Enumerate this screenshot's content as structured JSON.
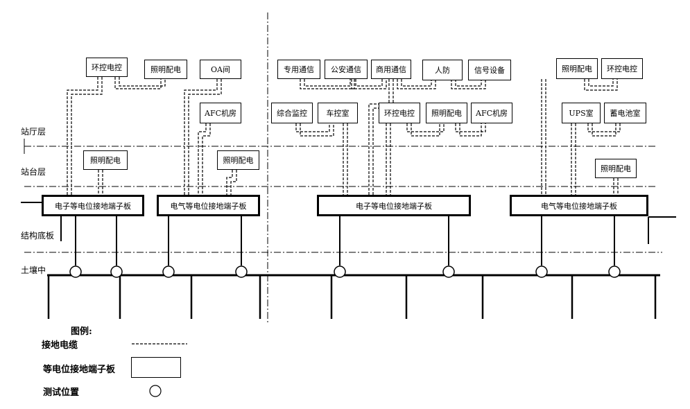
{
  "levels": {
    "station_hall": "站厅层",
    "platform": "站台层",
    "base_slab": "结构底板",
    "in_soil": "土壤中"
  },
  "rooms": {
    "env_ctrl_1": "环控电控",
    "lighting_1": "照明配电",
    "oa_room": "OA间",
    "afc_room_1": "AFC机房",
    "lighting_platform_1": "照明配电",
    "lighting_platform_2": "照明配电",
    "dedicated_comm": "专用通信",
    "public_security_comm": "公安通信",
    "commercial_comm": "商用通信",
    "civil_defense": "人防",
    "signal_equipment": "信号设备",
    "integrated_monitoring": "综合监控",
    "vehicle_ctrl_room": "车控室",
    "env_ctrl_2": "环控电控",
    "lighting_2": "照明配电",
    "afc_room_2": "AFC机房",
    "lighting_3": "照明配电",
    "env_ctrl_3": "环控电控",
    "ups_room": "UPS室",
    "battery_room": "蓄电池室",
    "lighting_platform_3": "照明配电"
  },
  "terminal_boards": {
    "board_1": "电子等电位接地端子板",
    "board_2": "电气等电位接地端子板",
    "board_3": "电子等电位接地端子板",
    "board_4": "电气等电位接地端子板"
  },
  "legend": {
    "title": "图例:",
    "grounding_cable": "接地电缆",
    "terminal_board": "等电位接地端子板",
    "test_position": "测试位置"
  },
  "colors": {
    "line": "#000000",
    "background": "#ffffff"
  }
}
